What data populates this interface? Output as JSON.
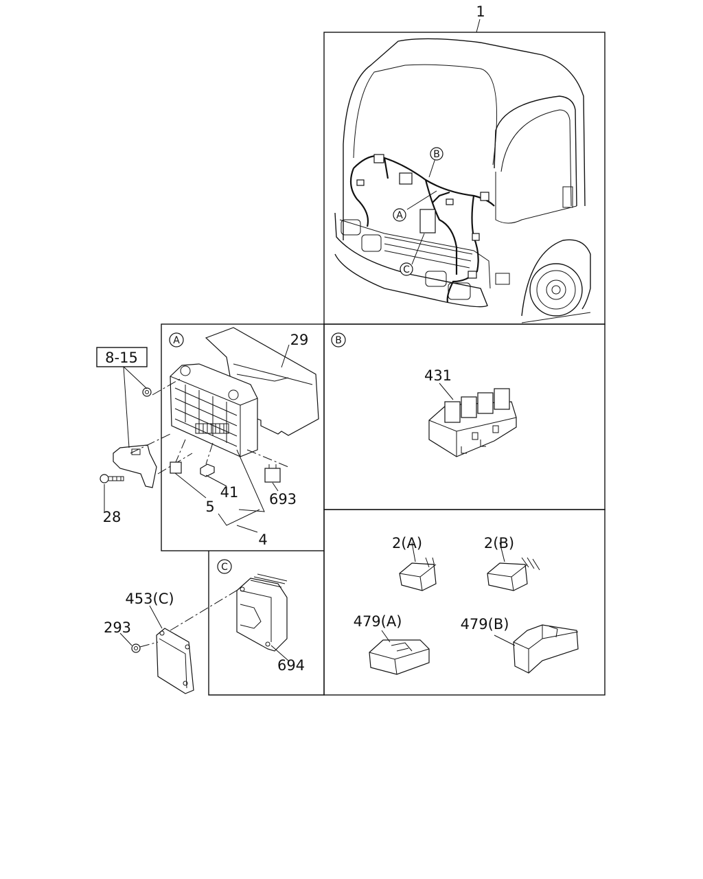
{
  "diagram": {
    "callouts": {
      "c1": "1",
      "c29": "29",
      "c8_15": "8-15",
      "c28": "28",
      "c41": "41",
      "c693": "693",
      "c5": "5",
      "c4": "4",
      "c431": "431",
      "c2a": "2(A)",
      "c2b": "2(B)",
      "c479a": "479(A)",
      "c479b": "479(B)",
      "c453c": "453(C)",
      "c293": "293",
      "c694": "694"
    },
    "section_markers": {
      "a_panel": "A",
      "b_panel": "B",
      "c_panel": "C",
      "a_cab": "A",
      "b_cab": "B",
      "c_cab": "C"
    }
  }
}
